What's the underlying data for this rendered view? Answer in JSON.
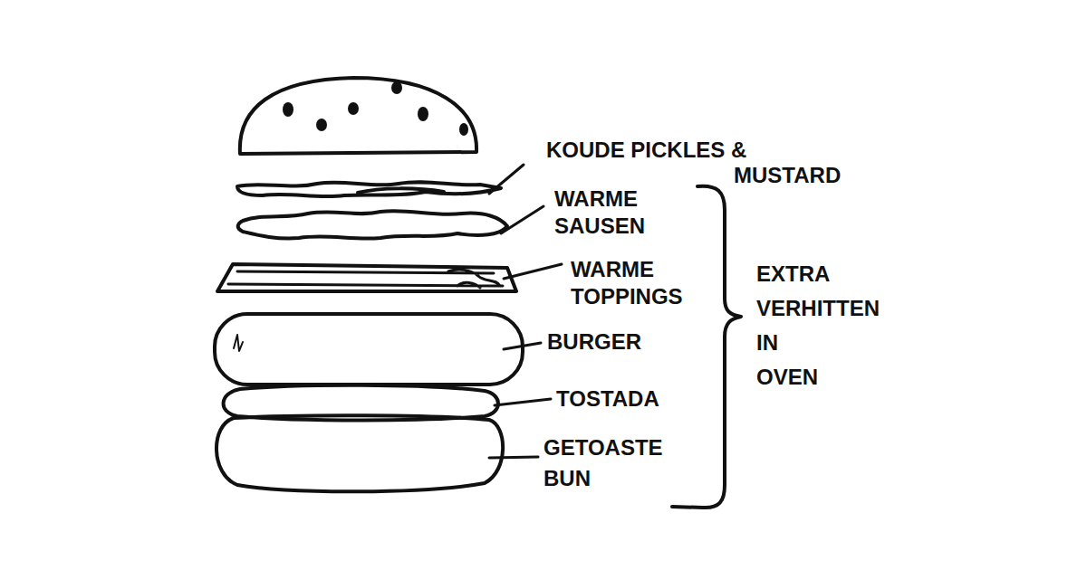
{
  "diagram": {
    "labels": [
      "KOUDE PICKLES & MUSTARD",
      "WARME SAUSEN",
      "WARME TOPPINGS",
      "BURGER",
      "TOSTADA",
      "GETOASTE BUN",
      "EXTRA VERHITTEN IN OVEN"
    ]
  }
}
